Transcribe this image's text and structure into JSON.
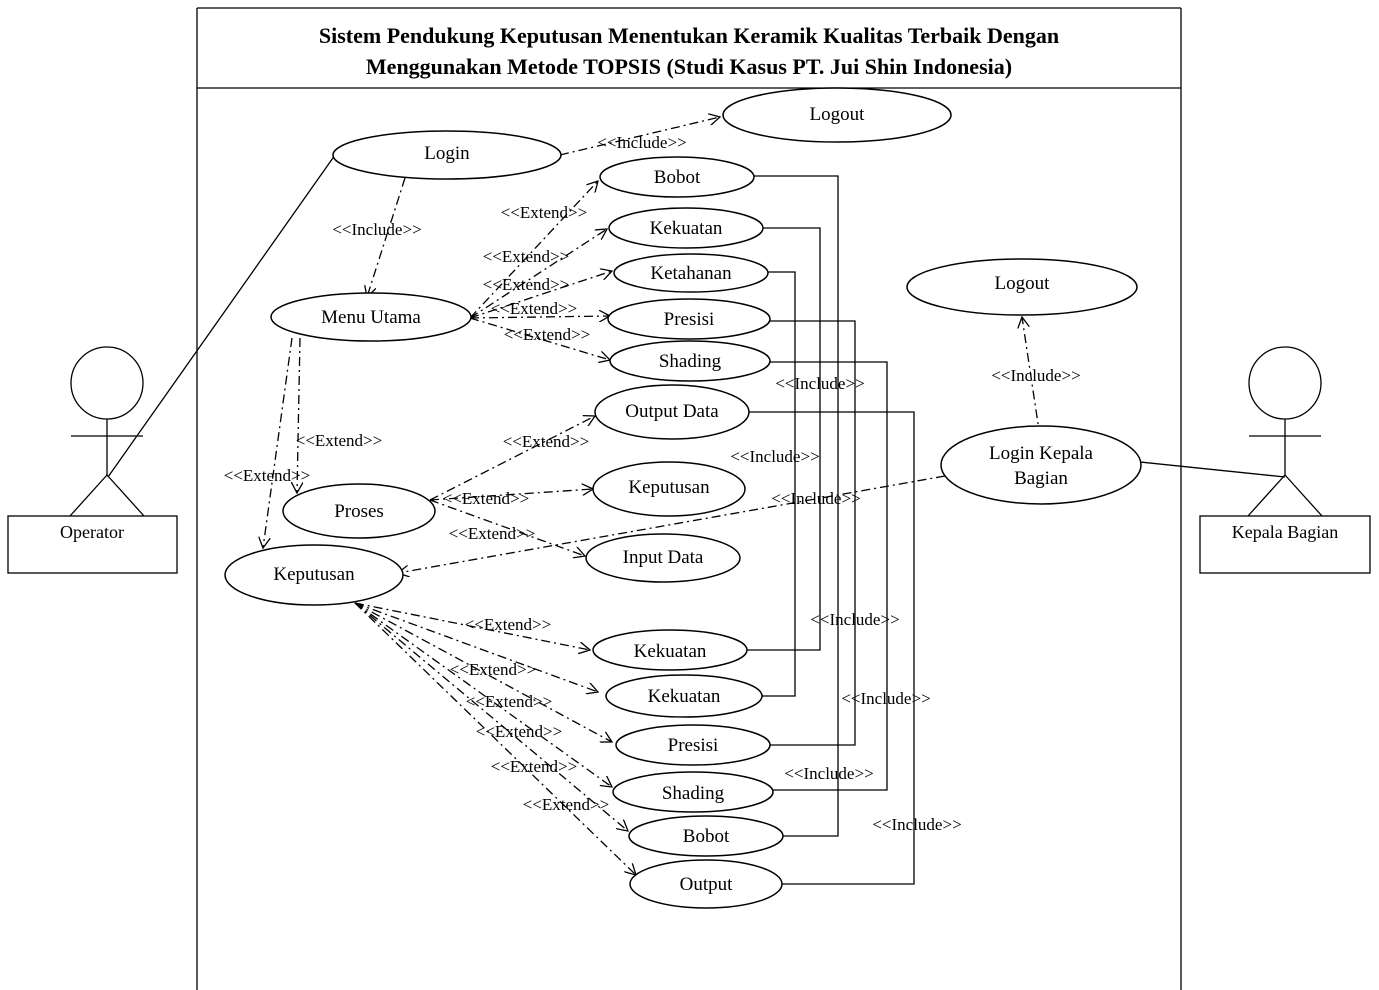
{
  "title": {
    "line1": "Sistem Pendukung Keputusan Menentukan Keramik Kualitas Terbaik Dengan",
    "line2": "Menggunakan Metode TOPSIS (Studi Kasus PT. Jui Shin Indonesia)"
  },
  "actors": {
    "operator": "Operator",
    "kepala_bagian": "Kepala Bagian"
  },
  "use_cases": {
    "login": "Login",
    "logout_top": "Logout",
    "bobot_top": "Bobot",
    "kekuatan_top": "Kekuatan",
    "ketahanan_top": "Ketahanan",
    "presisi_top": "Presisi",
    "shading_top": "Shading",
    "menu_utama": "Menu Utama",
    "output_data": "Output Data",
    "proses": "Proses",
    "keputusan_mid": "Keputusan",
    "input_data": "Input Data",
    "keputusan_left": "Keputusan",
    "logout_right": "Logout",
    "login_kepala_1": "Login Kepala",
    "login_kepala_2": "Bagian",
    "kekuatan_b1": "Kekuatan",
    "kekuatan_b2": "Kekuatan",
    "presisi_bottom": "Presisi",
    "shading_bottom": "Shading",
    "bobot_bottom": "Bobot",
    "output_bottom": "Output"
  },
  "relations": {
    "include": "<<Include>>",
    "extend": "<<Extend>>"
  }
}
